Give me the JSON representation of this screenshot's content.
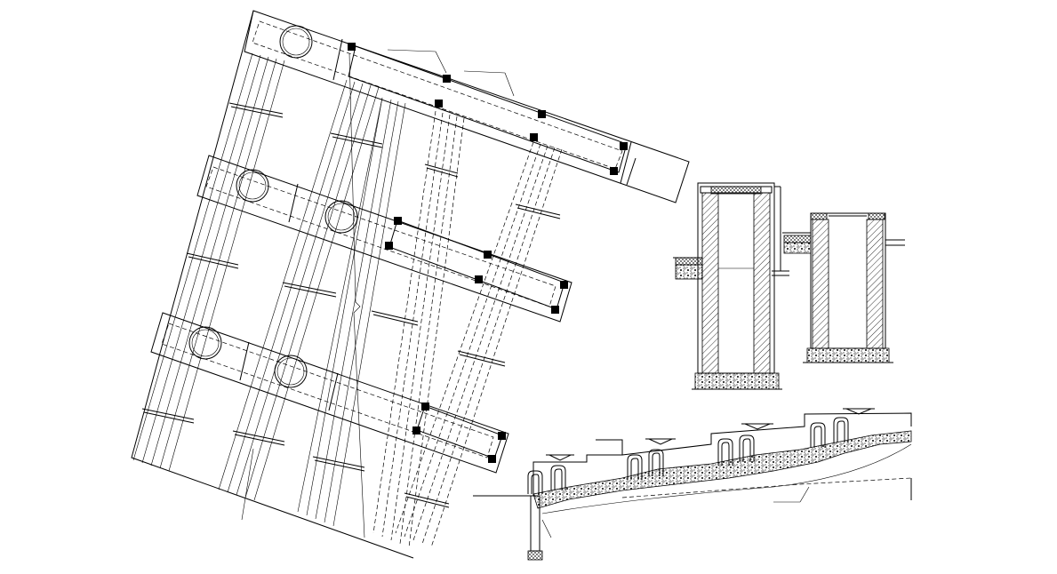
{
  "drawing": {
    "background": "#ffffff",
    "line_color": "#000000",
    "views": [
      {
        "id": "plan",
        "kind": "skewed plan of pipes and manhole chambers"
      },
      {
        "id": "section-a",
        "kind": "manhole chamber section, deep"
      },
      {
        "id": "section-b",
        "kind": "manhole chamber section, shallow"
      },
      {
        "id": "profile",
        "kind": "stepped terrace long section with railings"
      }
    ]
  }
}
